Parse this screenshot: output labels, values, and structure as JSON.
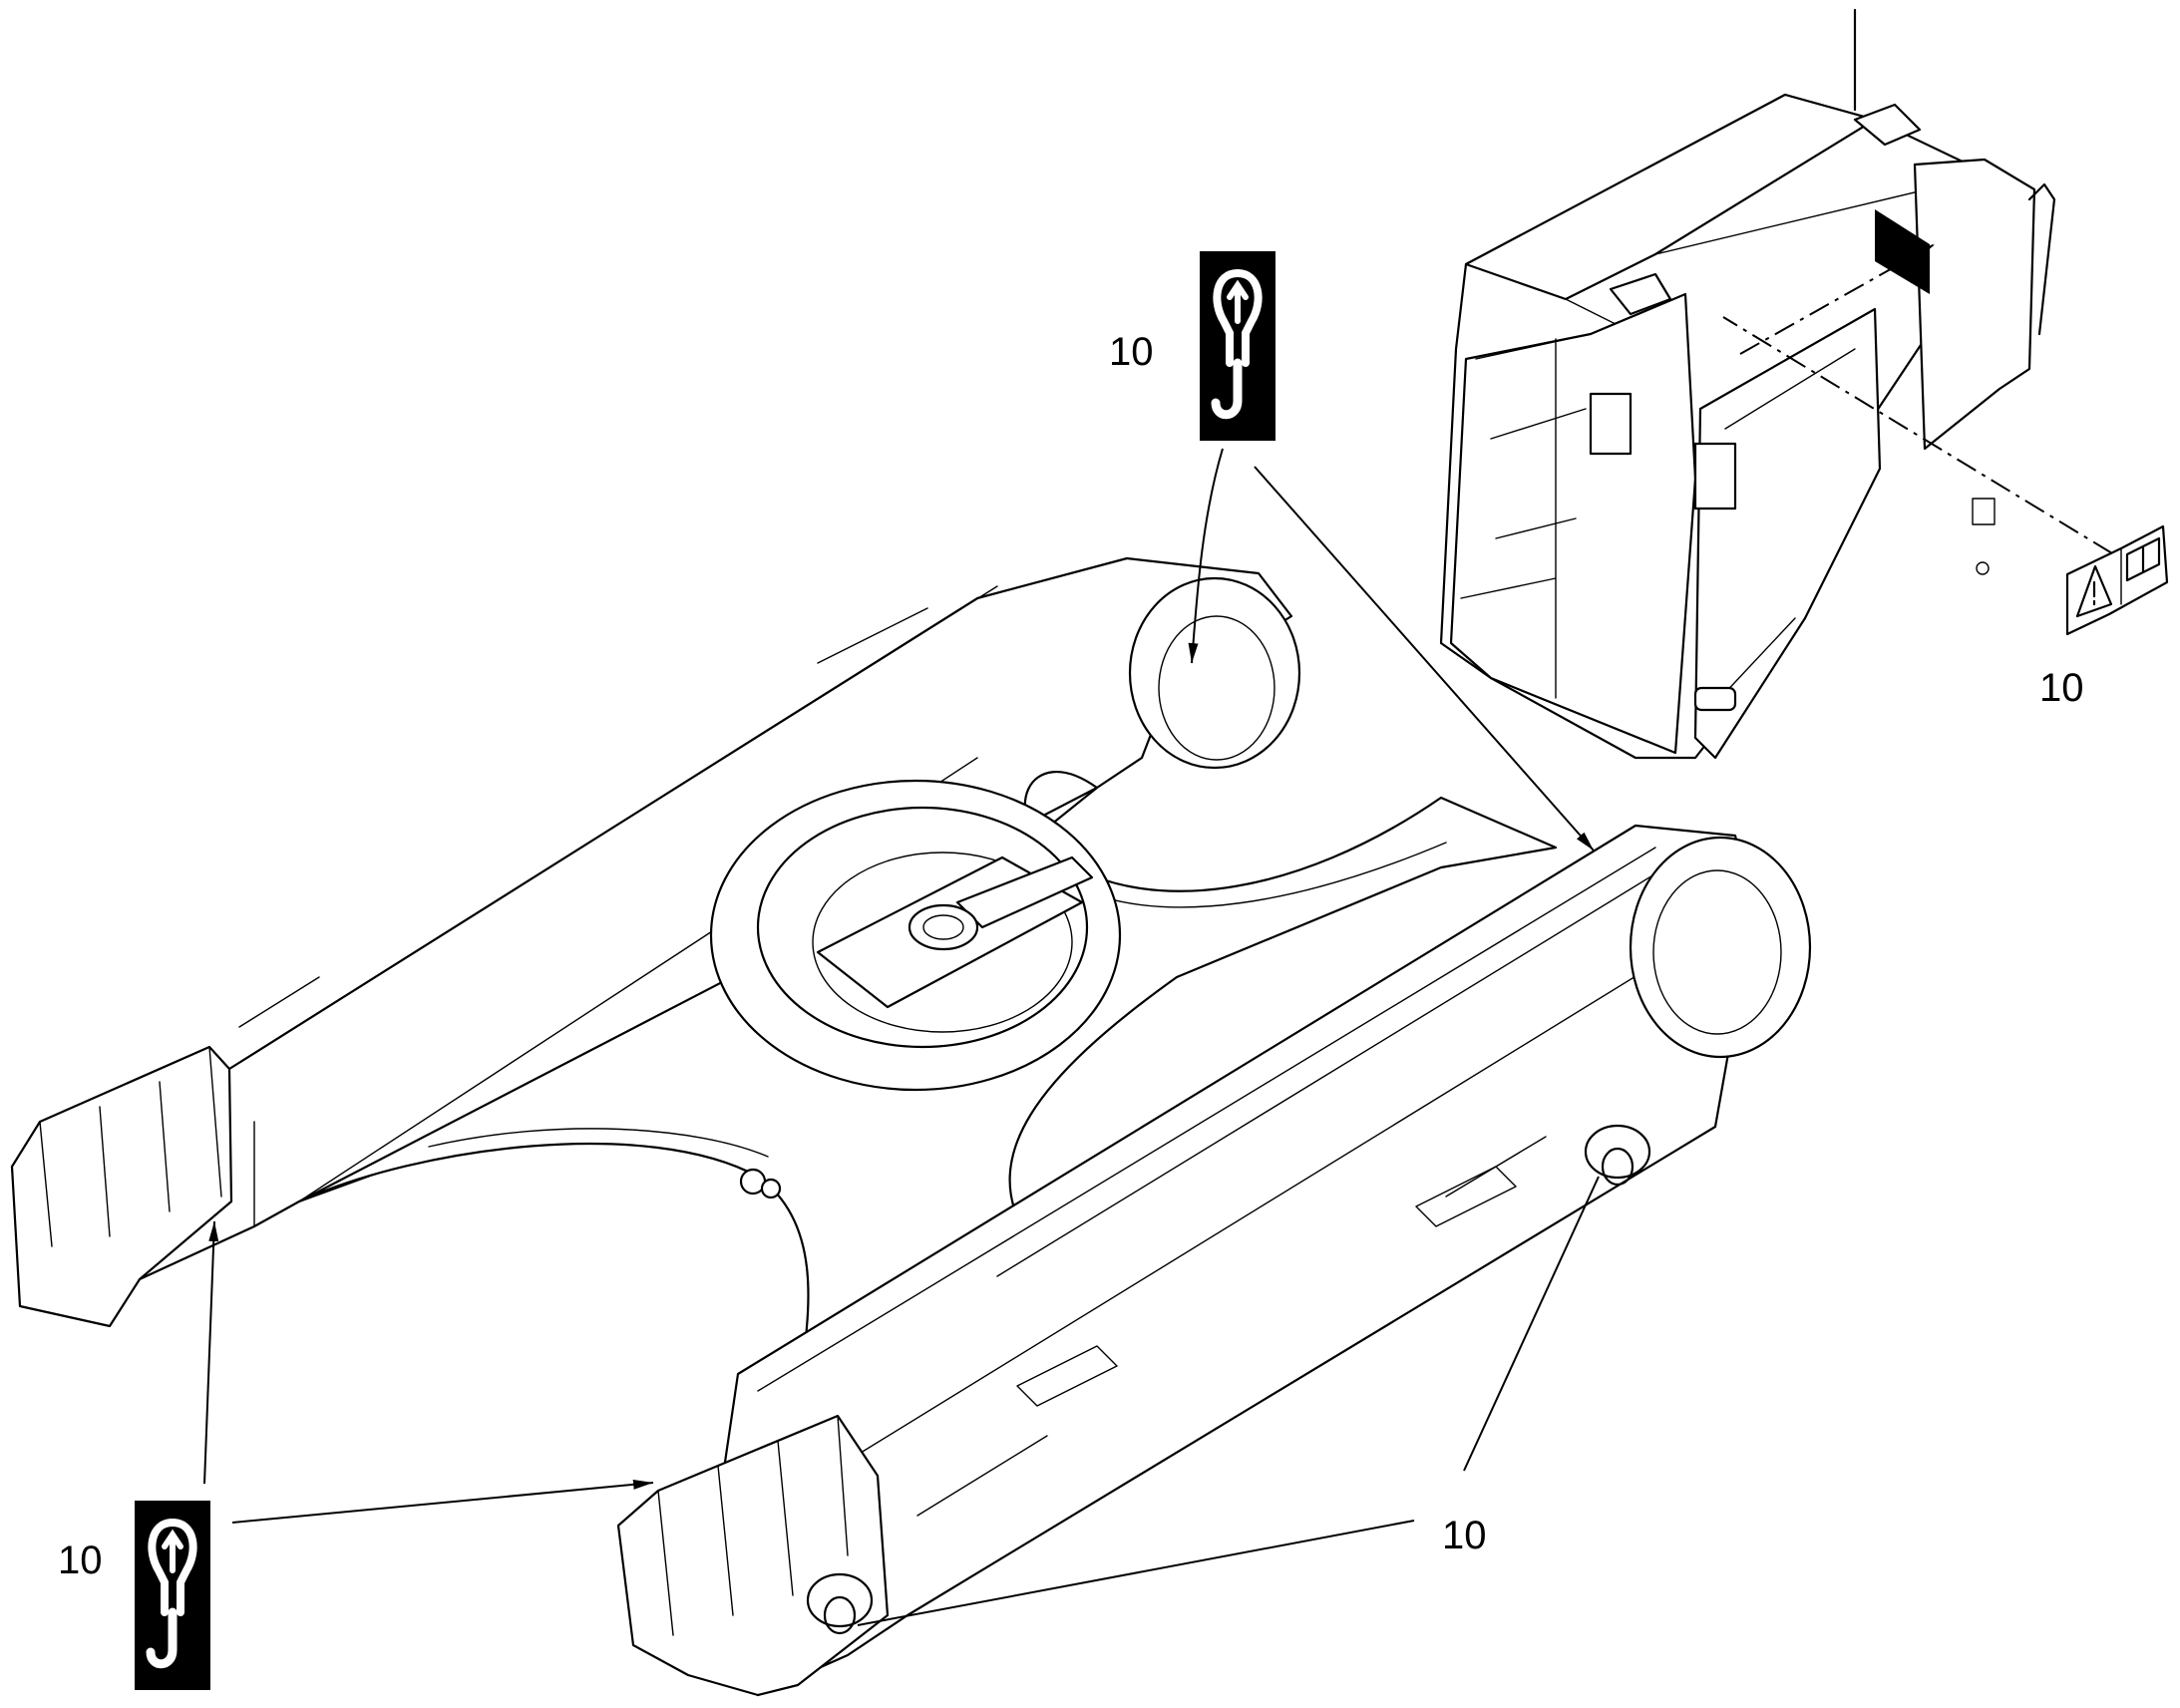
{
  "callouts": {
    "top_hook_decal": "10",
    "cab_warning_decal": "10",
    "bottom_hook_decal": "10",
    "towing_eye_decals": "10"
  },
  "icons": {
    "lifting_hook_decal": "lifting-hook-icon",
    "warning_triangle": "warning-triangle-icon",
    "read_manual": "read-manual-book-icon"
  },
  "colors": {
    "line": "#000000",
    "background": "#ffffff"
  }
}
